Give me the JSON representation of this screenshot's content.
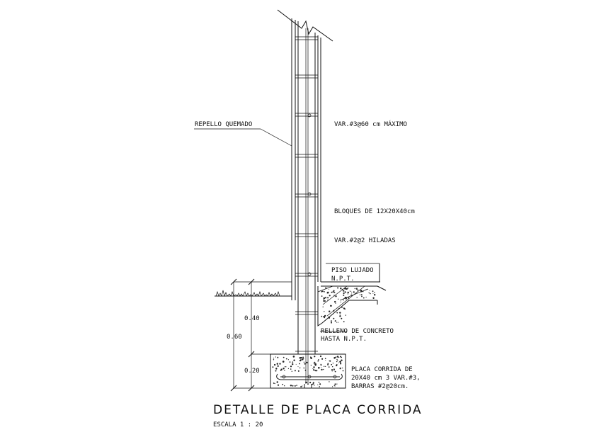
{
  "labels": {
    "repello": "REPELLO QUEMADO",
    "var_vertical": "VAR.#3@60 cm MÁXIMO",
    "bloques": "BLOQUES DE 12X20X40cm",
    "var_horizontal": "VAR.#2@2 HILADAS",
    "piso_1": "PISO LUJADO",
    "piso_2": "N.P.T.",
    "relleno_1": "RELLENO DE CONCRETO",
    "relleno_2": "HASTA N.P.T.",
    "placa_1": "PLACA CORRIDA DE",
    "placa_2": "20X40 cm 3 VAR.#3,",
    "placa_3": "BARRAS #2@20cm."
  },
  "dimensions": {
    "total": "0.60",
    "upper": "0.40",
    "lower": "0.20"
  },
  "title": "DETALLE DE PLACA CORRIDA",
  "scale": "ESCALA 1 : 20"
}
